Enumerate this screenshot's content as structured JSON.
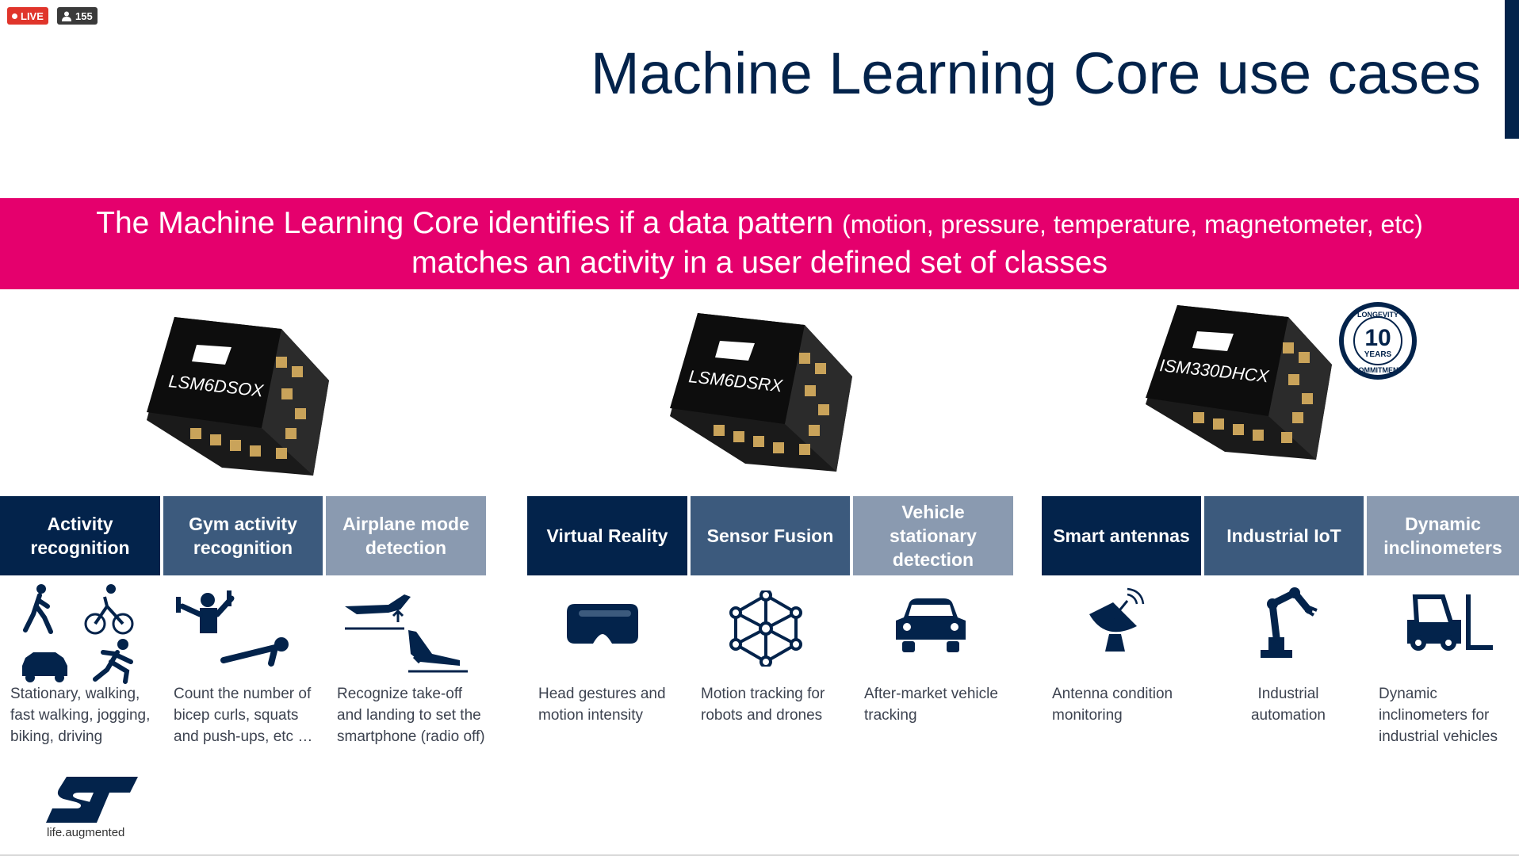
{
  "stream": {
    "live_label": "LIVE",
    "viewer_count": "155"
  },
  "slide": {
    "title": "Machine Learning Core use cases",
    "banner": {
      "line1_main": "The Machine Learning Core identifies if a data pattern",
      "line1_paren": "(motion, pressure, temperature, magnetometer, etc)",
      "line2": "matches an activity in a user defined set of classes"
    },
    "chips": [
      {
        "label": "LSM6DSOX"
      },
      {
        "label": "LSM6DSRX"
      },
      {
        "label": "ISM330DHCX"
      }
    ],
    "longevity_badge": {
      "top": "LONGEVITY",
      "number": "10",
      "unit": "YEARS",
      "bottom": "COMMITMENT"
    },
    "categories": [
      {
        "title": "Activity recognition",
        "desc": "Stationary, walking, fast walking, jogging, biking, driving",
        "icon": "activity-icons"
      },
      {
        "title": "Gym activity recognition",
        "desc": "Count the number of bicep curls, squats and push-ups, etc …",
        "icon": "gym-icons"
      },
      {
        "title": "Airplane mode detection",
        "desc": "Recognize take-off and landing to set the smartphone (radio off)",
        "icon": "airplane-icons"
      },
      {
        "title": "Virtual Reality",
        "desc": "Head gestures and motion intensity",
        "icon": "vr-headset-icon"
      },
      {
        "title": "Sensor Fusion",
        "desc": "Motion tracking for robots and drones",
        "icon": "network-icon"
      },
      {
        "title": "Vehicle stationary detection",
        "desc": "After-market vehicle tracking",
        "icon": "car-icon"
      },
      {
        "title": "Smart antennas",
        "desc": "Antenna condition monitoring",
        "icon": "satellite-dish-icon"
      },
      {
        "title": "Industrial IoT",
        "desc": "Industrial automation",
        "icon": "robot-arm-icon"
      },
      {
        "title": "Dynamic inclinometers",
        "desc": "Dynamic inclinometers for industrial vehicles",
        "icon": "forklift-icon"
      }
    ],
    "brand": {
      "logo_text": "ST",
      "tagline": "life.augmented"
    },
    "colors": {
      "navy": "#03234b",
      "magenta": "#e5006d",
      "mid_blue": "#3c5a7d",
      "gray_blue": "#8a9ab0"
    }
  }
}
